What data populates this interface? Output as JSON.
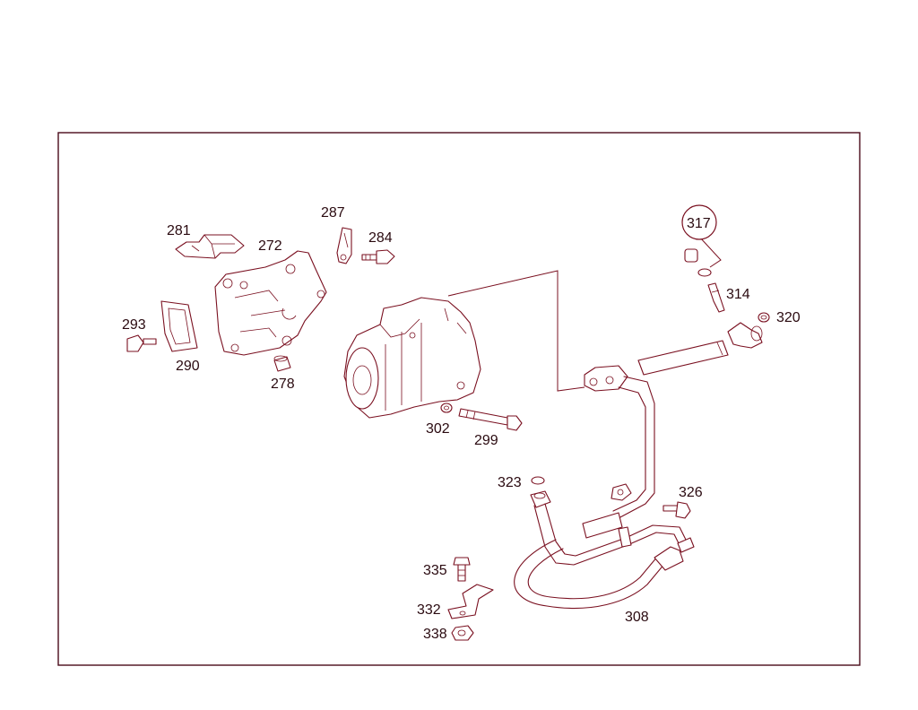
{
  "diagram": {
    "part_numbers": {
      "p272": "272",
      "p278": "278",
      "p281": "281",
      "p284": "284",
      "p287": "287",
      "p290": "290",
      "p293": "293",
      "p299": "299",
      "p302": "302",
      "p308": "308",
      "p314": "314",
      "p317": "317",
      "p320": "320",
      "p323": "323",
      "p326": "326",
      "p332": "332",
      "p335": "335",
      "p338": "338"
    },
    "colors": {
      "line": "#7a1020",
      "frame": "#4a0a1a",
      "text": "#2a0a10",
      "background": "#ffffff"
    }
  }
}
